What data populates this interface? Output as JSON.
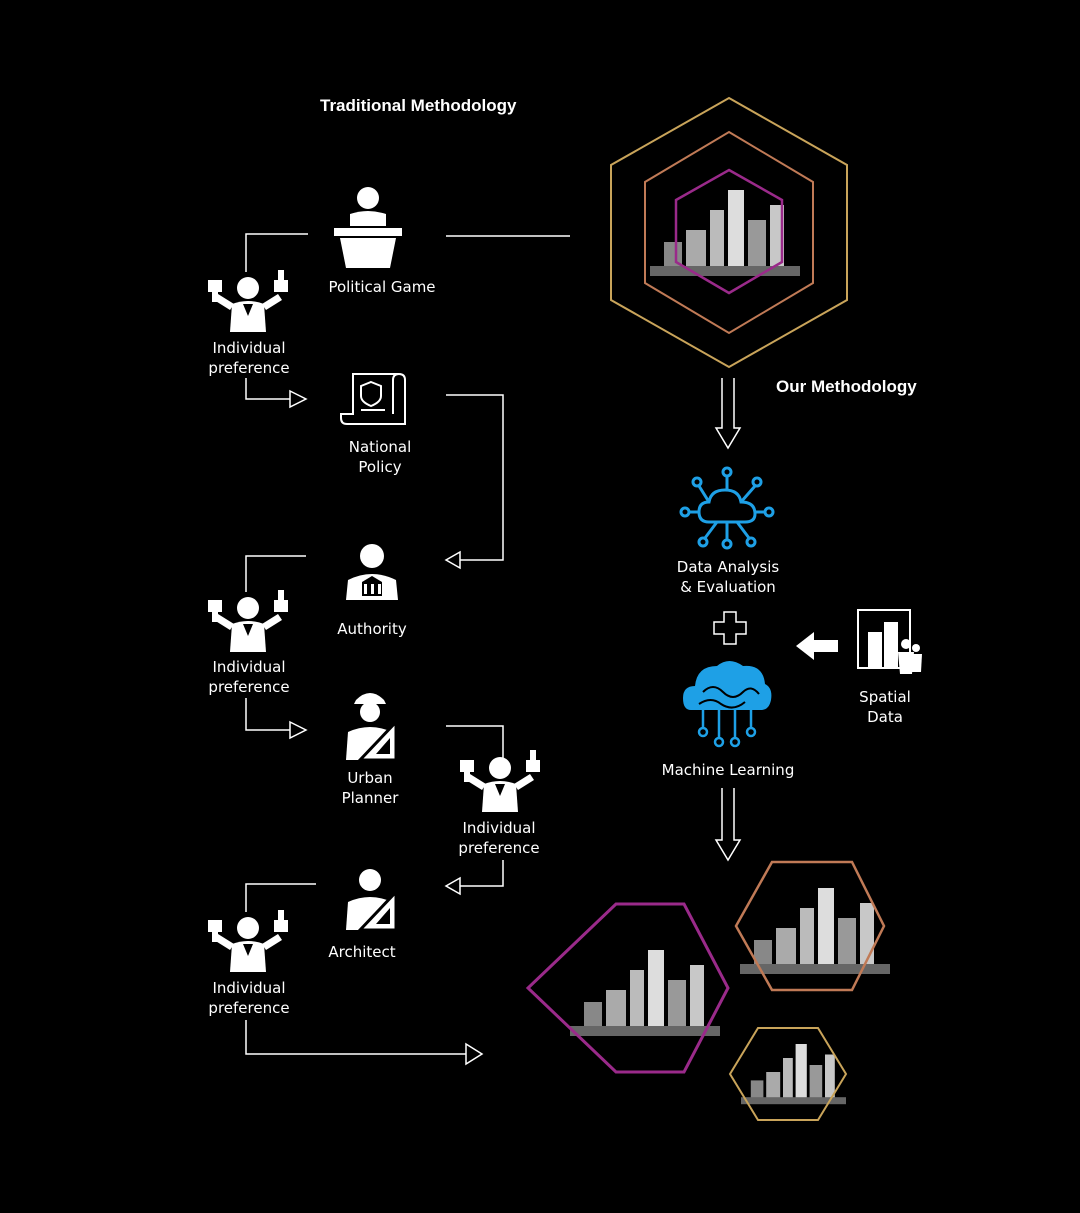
{
  "headings": {
    "traditional": "Traditional Methodology",
    "ours": "Our Methodology"
  },
  "traditional_nodes": {
    "political_game": "Political Game",
    "national_policy_1": "National",
    "national_policy_2": "Policy",
    "authority": "Authority",
    "urban_planner_1": "Urban",
    "urban_planner_2": "Planner",
    "architect": "Architect"
  },
  "preferences": [
    {
      "line1": "Individual",
      "line2": "preference"
    },
    {
      "line1": "Individual",
      "line2": "preference"
    },
    {
      "line1": "Individual",
      "line2": "preference"
    },
    {
      "line1": "Individual",
      "line2": "preference"
    }
  ],
  "our_nodes": {
    "data_analysis_1": "Data Analysis",
    "data_analysis_2": "& Evaluation",
    "machine_learning": "Machine Learning",
    "spatial_data_1": "Spatial",
    "spatial_data_2": "Data"
  },
  "colors": {
    "background": "#000000",
    "line": "#ffffff",
    "accent_blue": "#1ea0e6",
    "hex_gold": "#c9a45a",
    "hex_copper": "#c07a56",
    "hex_purple": "#9a2a8a"
  },
  "icons": [
    "speaker-podium-icon",
    "policy-scroll-icon",
    "authority-person-icon",
    "urban-planner-icon",
    "architect-icon",
    "individual-preference-icon",
    "network-cloud-icon",
    "machine-learning-cloud-icon",
    "spatial-data-icon",
    "plus-icon"
  ]
}
